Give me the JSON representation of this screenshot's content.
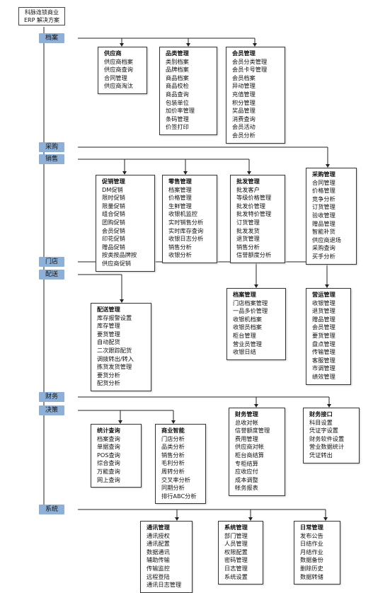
{
  "title": "科脉连锁商业ERP 解决方案",
  "sections": {
    "archives": "档案",
    "purchase": "采购",
    "sales": "销售",
    "store": "门店",
    "delivery": "配送",
    "finance": "财务",
    "decision": "决策",
    "system": "系统"
  },
  "boxes": [
    {
      "title": "供应商",
      "items": [
        "供应商档案",
        "供应商查询",
        "合同管理",
        "供应商淘汰"
      ]
    },
    {
      "title": "品类管理",
      "items": [
        "类别档案",
        "品牌档案",
        "商品档案",
        "商品校检",
        "商品查询",
        "包装单位",
        "加价率管理",
        "条码管理",
        "价签打印"
      ]
    },
    {
      "title": "会员管理",
      "items": [
        "会员分类管理",
        "会员卡号管理",
        "会员档案",
        "异动管理",
        "充值管理",
        "积分管理",
        "奖品管理",
        "消费查询",
        "会员活动",
        "会员分析"
      ]
    },
    {
      "title": "促销管理",
      "items": [
        "DM促销",
        "限时促销",
        "限量促销",
        "组合促销",
        "团购促销",
        "会员促销",
        "印花促销",
        "赠品促销",
        "按类按品牌按",
        "供应商促销"
      ]
    },
    {
      "title": "零售管理",
      "items": [
        "档案管理",
        "价格管理",
        "生鲜管理",
        "收银机监控",
        "实时销售分析",
        "实时库存查询",
        "收银日志分析",
        "销售分析",
        "收银分析"
      ]
    },
    {
      "title": "批发管理",
      "items": [
        "批发客户",
        "等级价格管理",
        "批发价管理",
        "批发特价管理",
        "订货管理",
        "批发发货",
        "退货管理",
        "销售分析",
        "信誉额度分析"
      ]
    },
    {
      "title": "采购管理",
      "items": [
        "合同管理",
        "价格管理",
        "竞争分析",
        "订货管理",
        "验收管理",
        "赠品管理",
        "智能补货",
        "供应商退场",
        "采购查询",
        "买手分析"
      ]
    },
    {
      "title": "档案管理",
      "items": [
        "门店档案管理",
        "一品多价管理",
        "收银机档案",
        "收银员档案",
        "柜台管理",
        "营业员管理",
        "收银日结"
      ]
    },
    {
      "title": "营运管理",
      "items": [
        "收银管理",
        "退货管理",
        "赠品管理",
        "会员管理",
        "要货管理",
        "盘点管理",
        "传输管理",
        "客服管理",
        "市调管理",
        "绩效管理"
      ]
    },
    {
      "title": "配送管理",
      "items": [
        "库存报警设置",
        "库存管理",
        "要货管理",
        "自动配货",
        "二次跟踪配货",
        "调拨转出/转入",
        "拣货发货管理",
        "要货分析",
        "配货分析"
      ]
    },
    {
      "title": "财务管理",
      "items": [
        "总收对帐",
        "信誉额度管理",
        "费用管理",
        "供应商对帐",
        "柜台商结算",
        "专柜结算",
        "应收应付",
        "成本调整",
        "帐务报表"
      ]
    },
    {
      "title": "财务接口",
      "items": [
        "科目设置",
        "凭证字设置",
        "财务软件设置",
        "营业数据统计",
        "凭证转出"
      ]
    },
    {
      "title": "统计查询",
      "items": [
        "档案查询",
        "单据查询",
        "POS查询",
        "综合查询",
        "万能查询",
        "网上查询"
      ]
    },
    {
      "title": "商业智能",
      "items": [
        "门店分析",
        "品类分析",
        "销售分析",
        "毛利分析",
        "周转分析",
        "交叉率分析",
        "同期分析",
        "排行ABC分析"
      ]
    },
    {
      "title": "通讯管理",
      "items": [
        "通讯授权",
        "通讯配置",
        "数据通讯",
        "辅助传输",
        "传输监控",
        "远程登陆",
        "通讯日志管理"
      ]
    },
    {
      "title": "系统管理",
      "items": [
        "部门管理",
        "人员管理",
        "权限配置",
        "密码管理",
        "日志管理",
        "系统设置"
      ]
    },
    {
      "title": "日常管理",
      "items": [
        "发布公告",
        "日结作业",
        "月结作业",
        "数据备份",
        "删除历史",
        "数据转储"
      ]
    }
  ]
}
